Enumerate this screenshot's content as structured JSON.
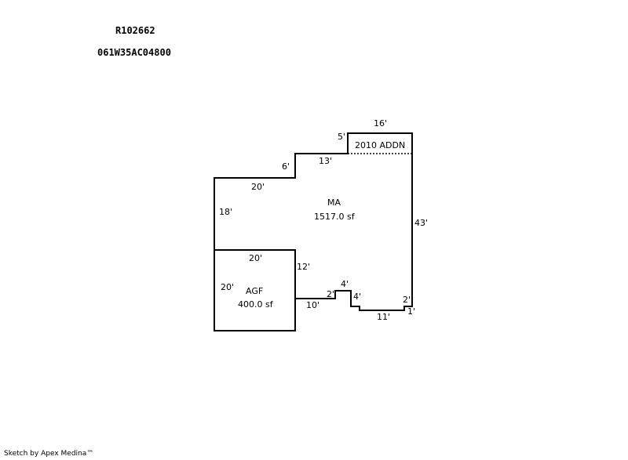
{
  "header": {
    "parcel_id": "R102662",
    "map_number": "061W35AC04800"
  },
  "areas": {
    "main": {
      "code": "MA",
      "area": "1517.0 sf"
    },
    "garage": {
      "code": "AGF",
      "area": "400.0 sf"
    },
    "addition": {
      "label": "2010 ADDN"
    }
  },
  "dimensions": {
    "addn_top": "16'",
    "addn_left": "5'",
    "step_13": "13'",
    "step_6": "6'",
    "top_left_20": "20'",
    "left_18": "18'",
    "right_43": "43'",
    "garage_top_20": "20'",
    "garage_left_20": "20'",
    "garage_right_12": "12'",
    "bottom_10": "10'",
    "bump_2_left": "2'",
    "bump_4_top": "4'",
    "bump_4_right": "4'",
    "bottom_11": "11'",
    "corner_2": "2'",
    "corner_1": "1'"
  },
  "colors": {
    "line": "#000000",
    "background": "#ffffff"
  },
  "footer": {
    "credit": "Sketch by Apex Medina™"
  }
}
